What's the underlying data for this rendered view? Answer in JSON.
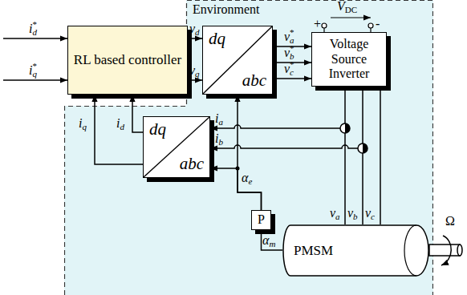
{
  "diagram": {
    "nodes": [
      {
        "text": [
          "RL based controller"
        ]
      },
      {
        "text": [
          "Environment"
        ]
      },
      {
        "text": [
          "dq",
          "abc"
        ],
        "in": 1
      },
      {
        "text": [
          "Voltage Source Inverter"
        ],
        "in": 1
      },
      {
        "text": [
          "dq",
          "abc"
        ],
        "in": 1
      },
      {
        "text": [
          "P"
        ],
        "in": 1
      },
      {
        "text": [
          "PMSM"
        ],
        "in": 1
      }
    ],
    "edges": [
      {
        "from": 0,
        "to": 2,
        "arrow": "to"
      },
      {
        "from": 0,
        "to": 2,
        "arrow": "to"
      },
      {
        "from": 2,
        "to": 3,
        "arrow": "to"
      },
      {
        "from": 2,
        "to": 3,
        "arrow": "to"
      },
      {
        "from": 2,
        "to": 3,
        "arrow": "to"
      },
      {
        "from": 3,
        "to": 6,
        "arrow": "none"
      },
      {
        "from": 3,
        "to": 6,
        "arrow": "none"
      },
      {
        "from": 3,
        "to": 6,
        "arrow": "none"
      },
      {
        "from": 4,
        "to": 0,
        "arrow": "to"
      },
      {
        "from": 4,
        "to": 0,
        "arrow": "to"
      },
      {
        "from": 5,
        "to": 2,
        "arrow": "to"
      },
      {
        "from": 5,
        "to": 4,
        "arrow": "to"
      },
      {
        "from": 6,
        "to": 5,
        "arrow": "none"
      }
    ],
    "labels": [
      "i",
      "d",
      "*",
      "i",
      "q",
      "*",
      "v",
      "d",
      "v",
      "q",
      "v",
      "a",
      "*",
      "v",
      "b",
      "*",
      "v",
      "c",
      "*",
      "V",
      "DC",
      "+",
      "-",
      "i",
      "q",
      "i",
      "d",
      "i",
      "a",
      "i",
      "b",
      "α",
      "e",
      "α",
      "m",
      "v",
      "a",
      "v",
      "b",
      "v",
      "c",
      "Ω"
    ]
  }
}
